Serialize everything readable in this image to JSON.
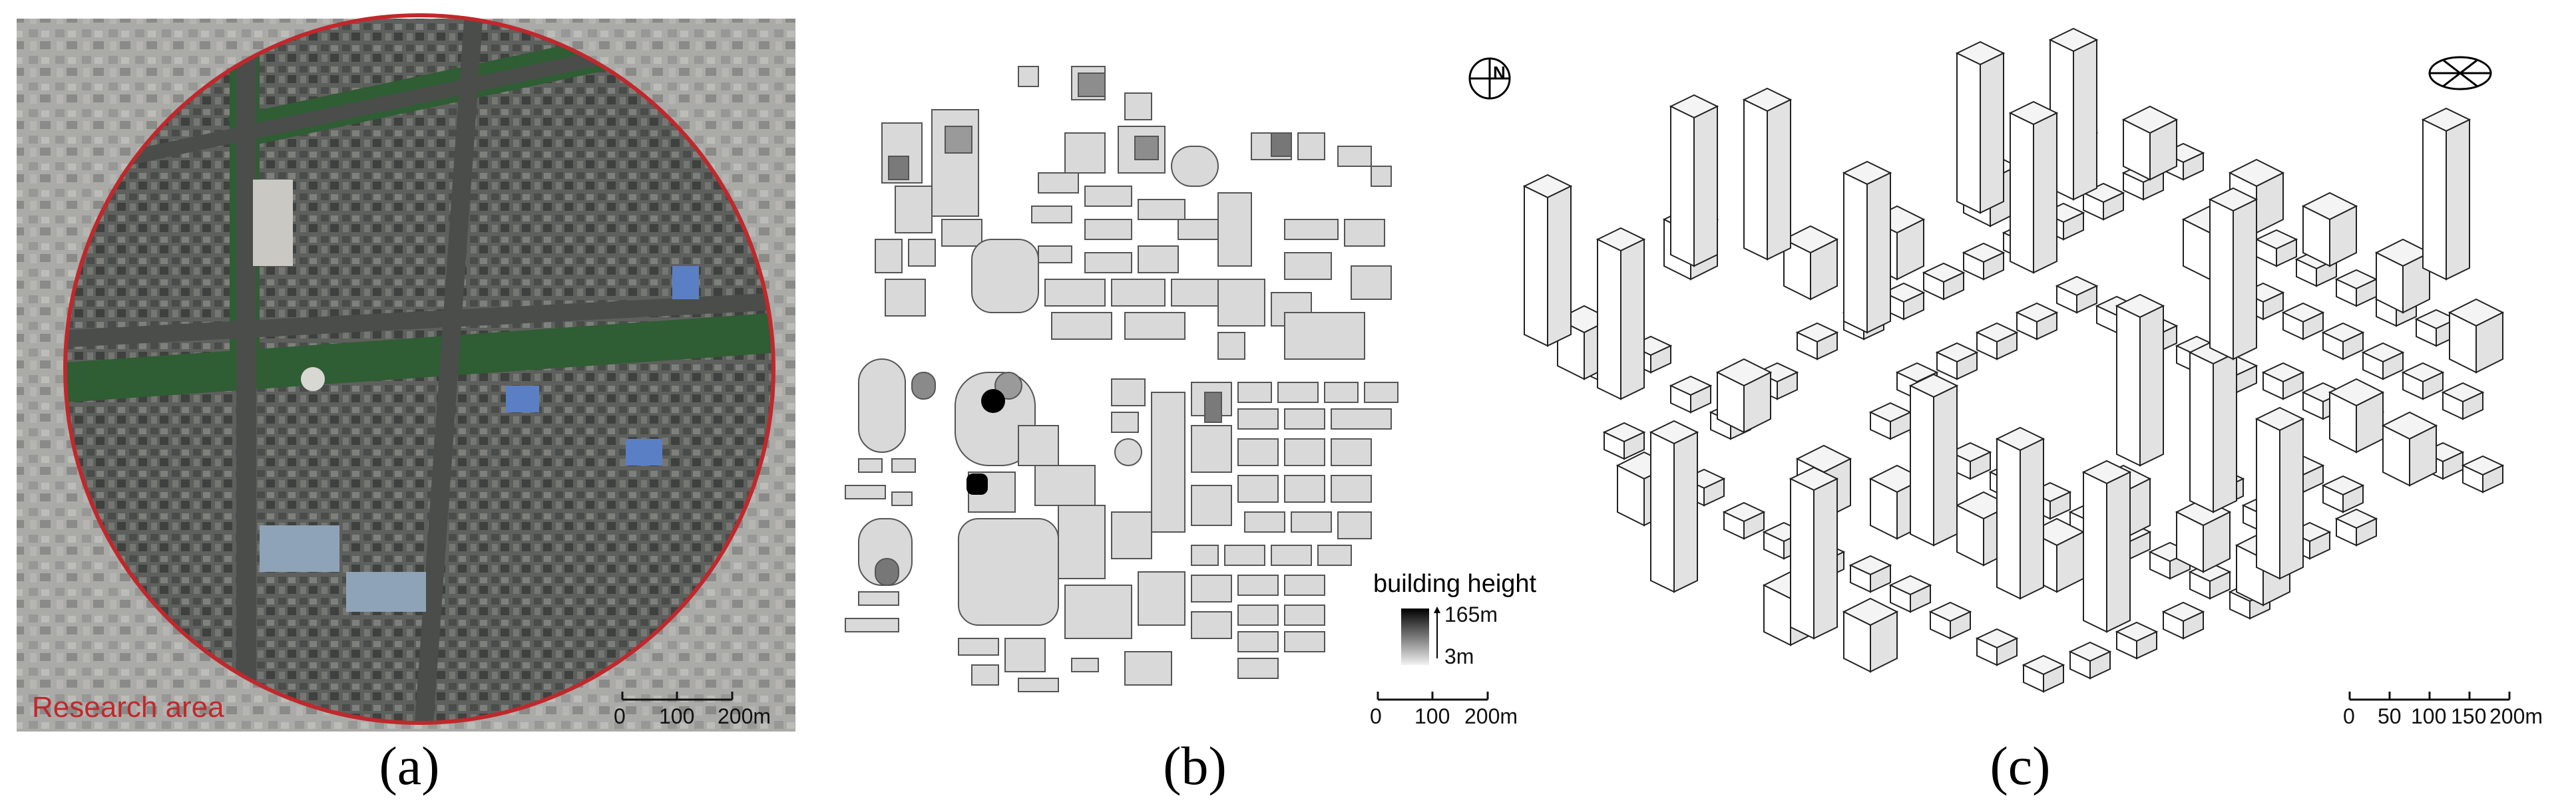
{
  "panels": [
    {
      "id": "a",
      "caption": "(a)",
      "label": "Research area",
      "scale": {
        "ticks": [
          "0",
          "100",
          "200m"
        ]
      }
    },
    {
      "id": "b",
      "caption": "(b)",
      "legend": {
        "title": "building height",
        "max": "165m",
        "min": "3m"
      },
      "scale": {
        "ticks": [
          "0",
          "100",
          "200m"
        ]
      }
    },
    {
      "id": "c",
      "caption": "(c)",
      "scale": {
        "ticks": [
          "0",
          "50",
          "100",
          "150",
          "200m"
        ]
      }
    }
  ],
  "icons": {
    "north_arrow": "north-arrow-icon",
    "north_arrow_rotated": "north-arrow-rotated-icon"
  },
  "colors": {
    "research_circle": "#c0282c",
    "building_fill": "#d9d9d9",
    "building_outline": "#555555",
    "tallest_building": "#000000",
    "park_green": "#2f5d34"
  }
}
